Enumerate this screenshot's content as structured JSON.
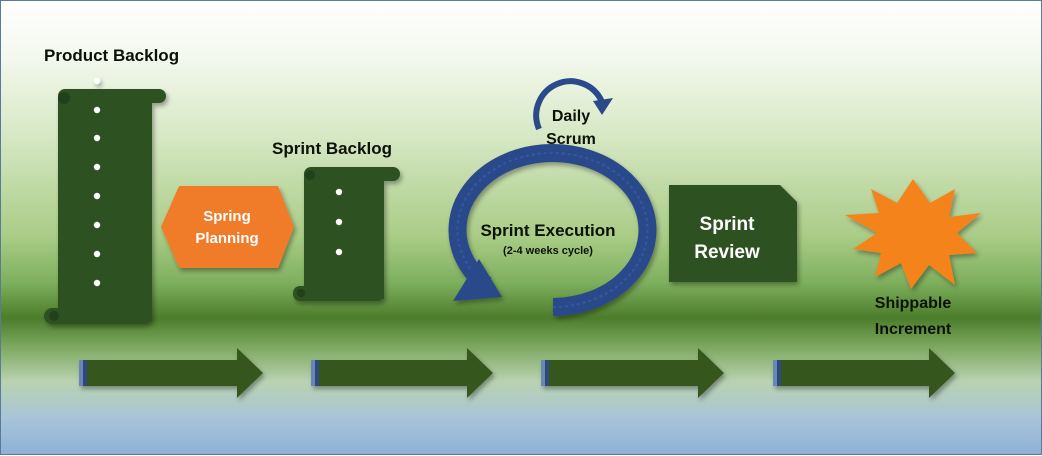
{
  "labels": {
    "product_backlog": "Product Backlog",
    "sprint_backlog": "Sprint Backlog",
    "spring_planning": "Spring\nPlanning",
    "daily_scrum": "Daily\nScrum",
    "sprint_execution": "Sprint Execution",
    "sprint_execution_sub": "(2-4 weeks cycle)",
    "sprint_review": "Sprint\nReview",
    "shippable_increment": "Shippable\nIncrement"
  },
  "colors": {
    "scroll_green": "#2f5120",
    "planning_orange": "#f07c2a",
    "cycle_blue": "#2a4a8a",
    "burst_orange": "#f4831f",
    "arrow_green": "#36561f",
    "text_white": "#ffffff",
    "text_dark": "#0c1208"
  }
}
